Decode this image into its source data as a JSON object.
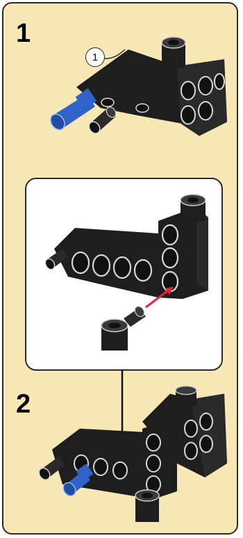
{
  "steps": [
    {
      "number": "1",
      "part_quantity": "1"
    },
    {
      "number": "2"
    }
  ],
  "colors": {
    "panel_background": "#f7e8b6",
    "brick_black": "#1e1e1e",
    "pin_blue": "#2f63c8",
    "pin_gray": "#9a9a9a",
    "arrow_red": "#e8243a"
  },
  "icons": [
    "technic-beam-part",
    "blue-axle-pin",
    "connector-pin",
    "assembly-arrow",
    "insertion-arrow"
  ]
}
